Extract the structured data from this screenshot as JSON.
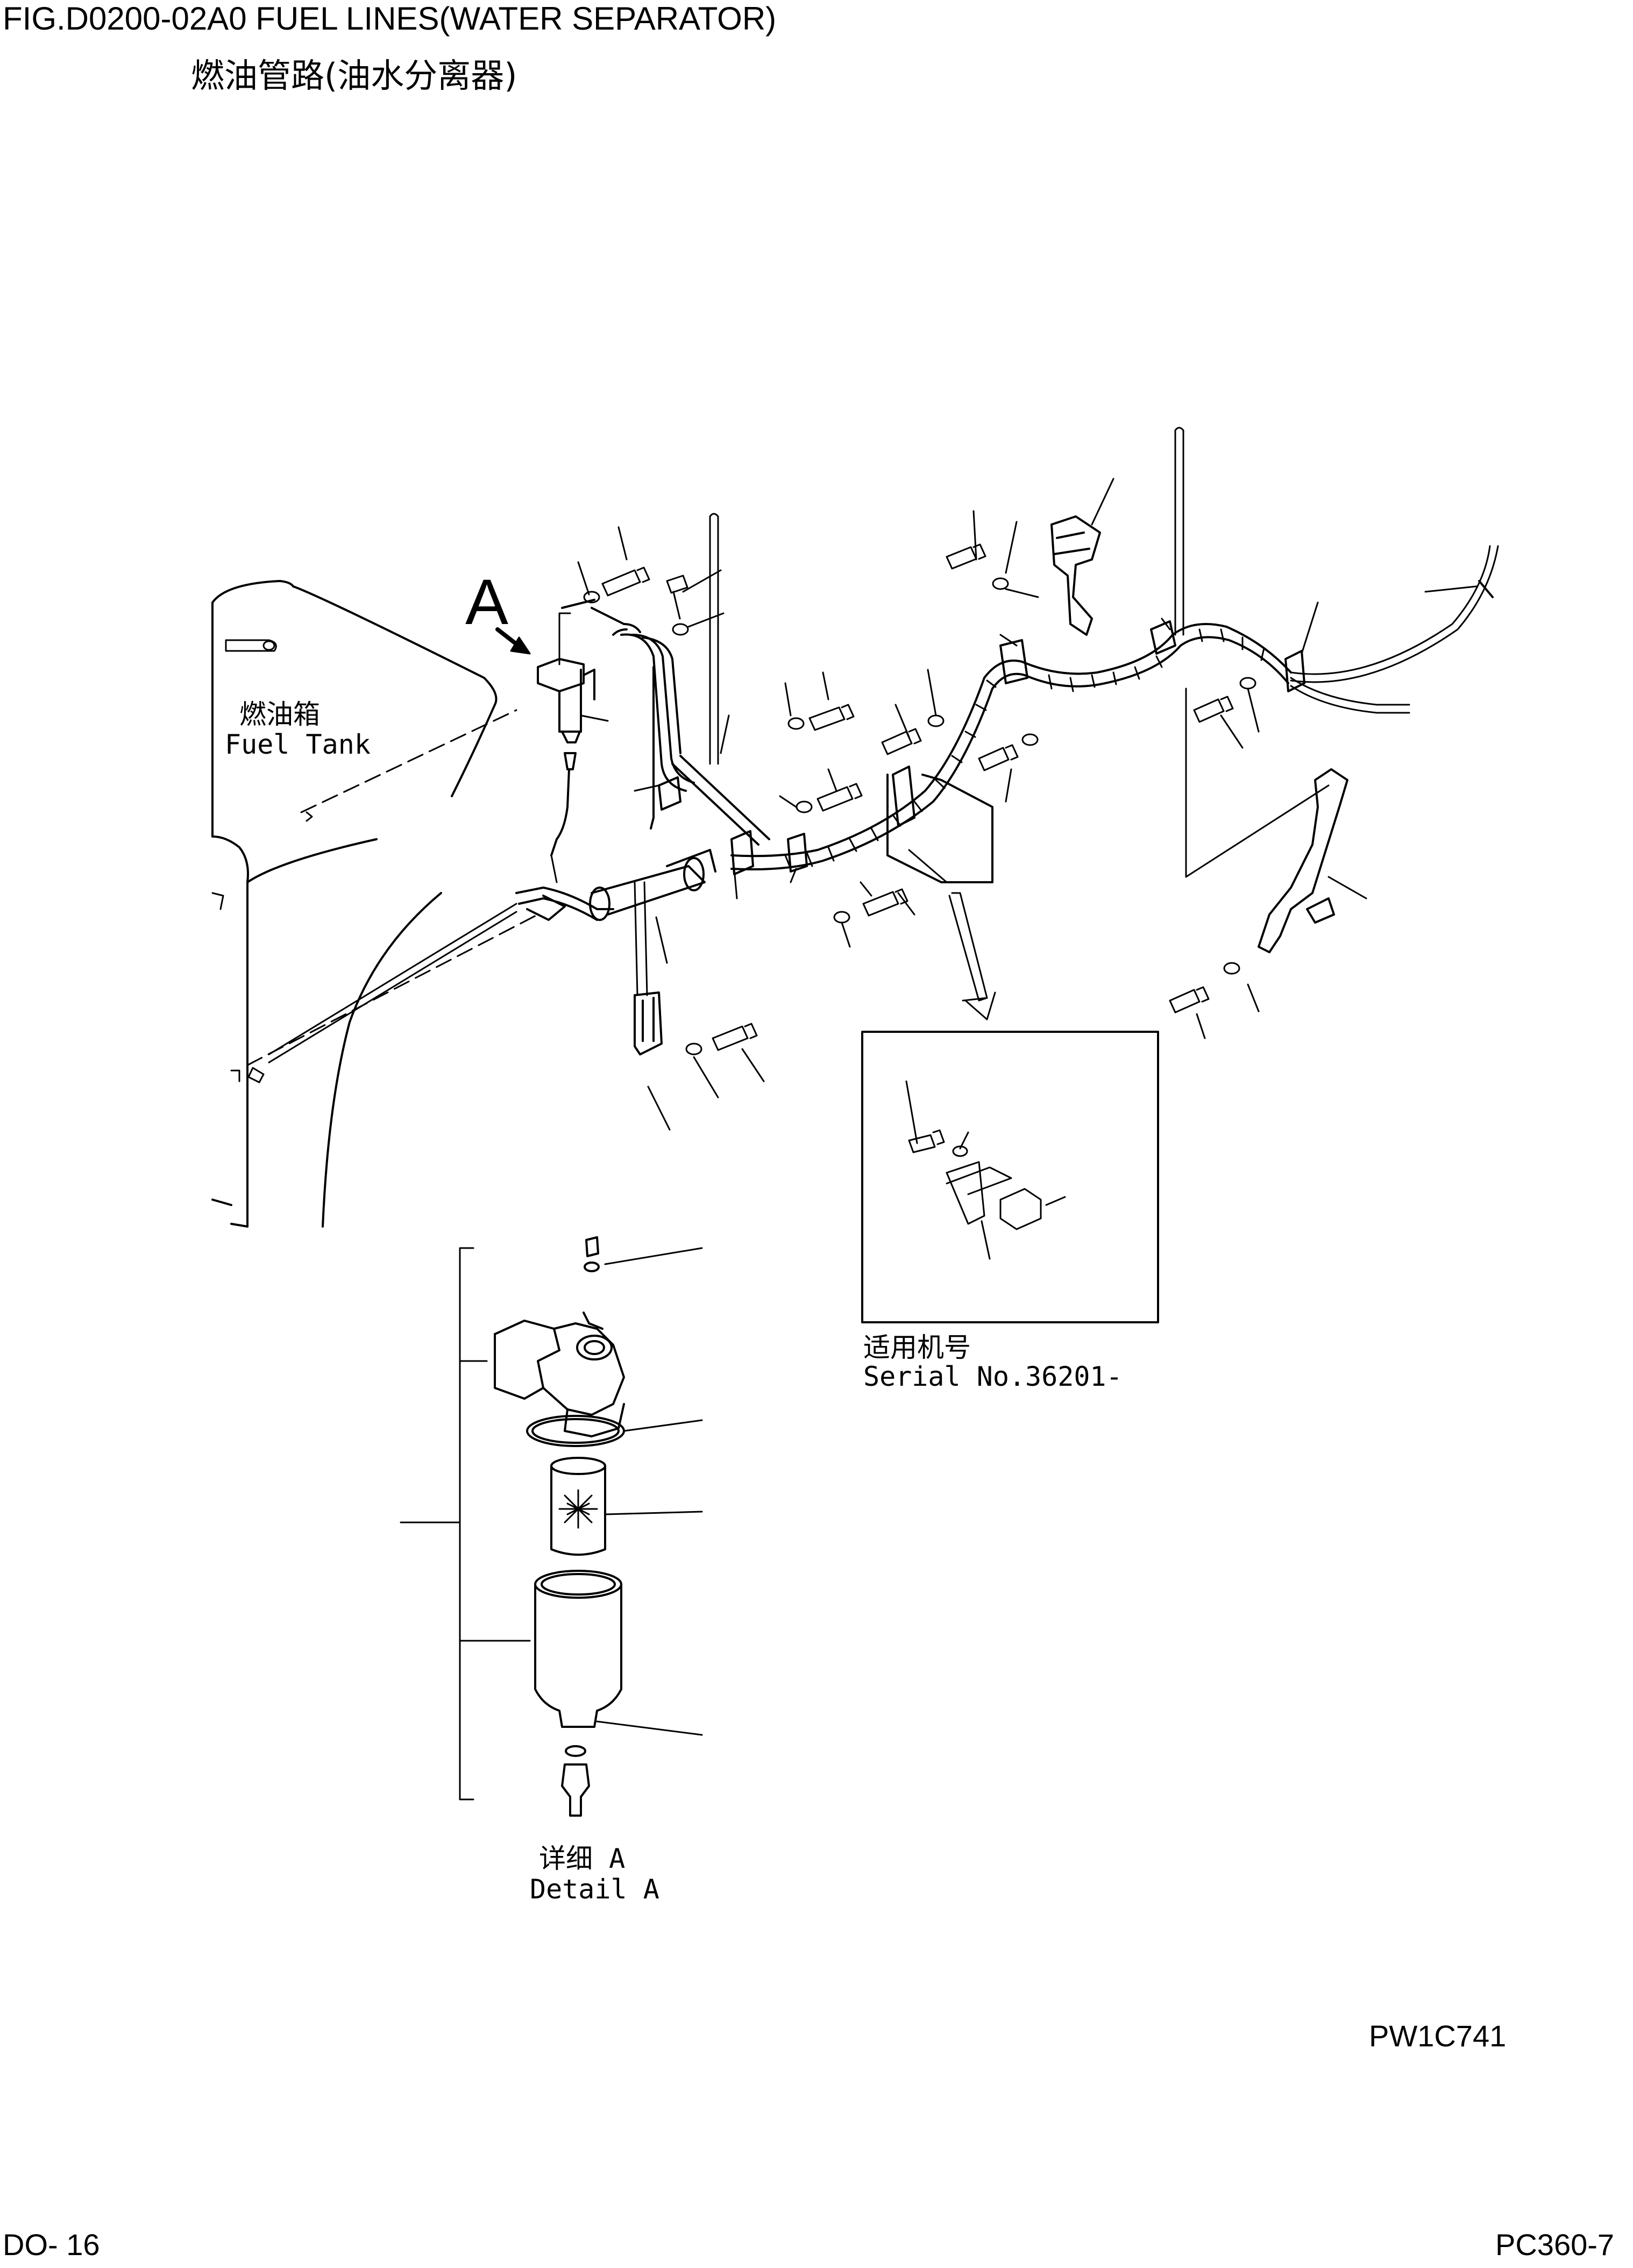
{
  "header": {
    "title": "FIG.D0200-02A0   FUEL LINES(WATER SEPARATOR)",
    "subtitle": "燃油管路(油水分离器)"
  },
  "labels": {
    "view_marker": "A",
    "fuel_tank_cn": "燃油箱",
    "fuel_tank_en": "Fuel Tank",
    "serial_cn": "适用机号",
    "serial_en": "Serial No.36201-",
    "detail_cn": "详细 A",
    "detail_en": "Detail A"
  },
  "footer": {
    "drawing_code": "PW1C741",
    "page": "DO- 16",
    "model": "PC360-7"
  }
}
